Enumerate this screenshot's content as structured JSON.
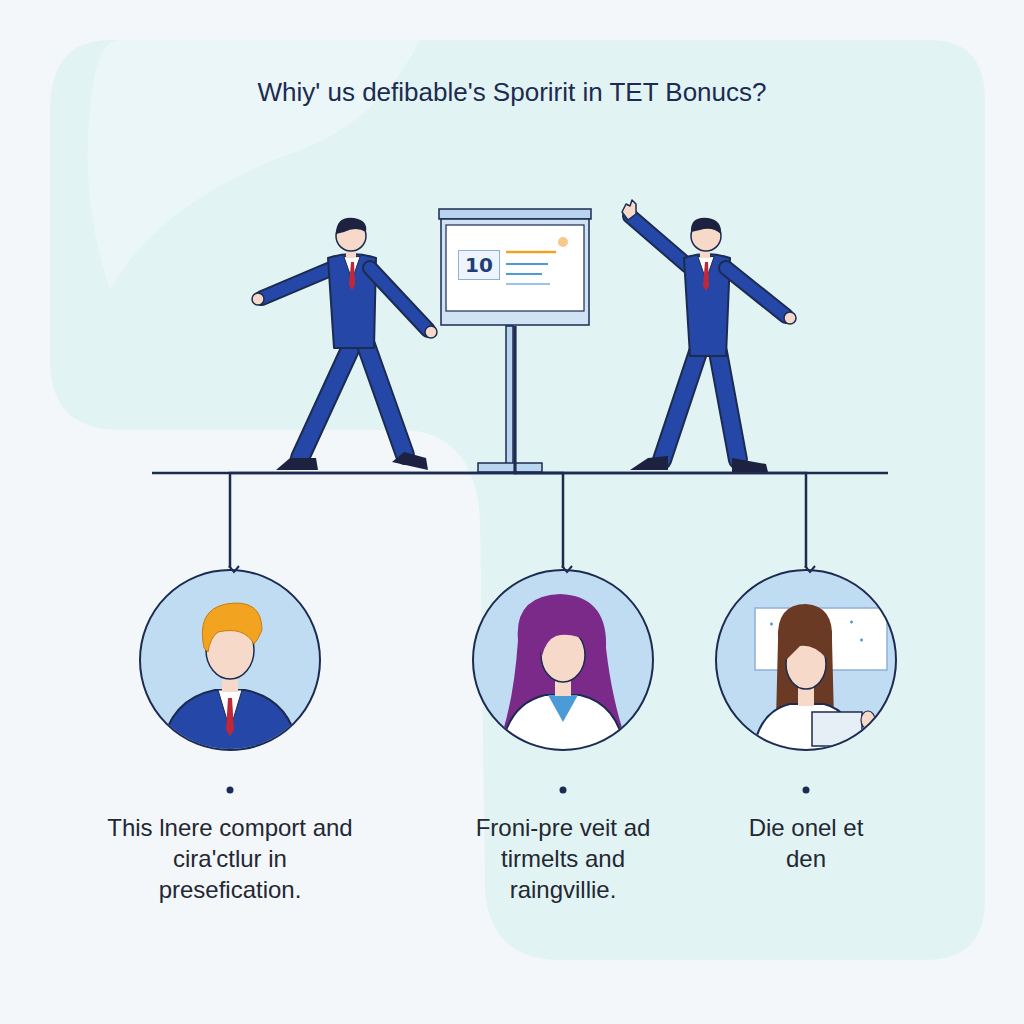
{
  "diagram": {
    "title": "Whiy' us defibable's Sporirit in TET Bonucs?",
    "nodes": [
      {
        "text": [
          "10"
        ]
      },
      {
        "text": [
          "This lnere comport and cira'ctlur in presefication."
        ]
      },
      {
        "text": [
          "Froni-pre veit ad tirmelts and raingvillie."
        ]
      },
      {
        "text": [
          "Die onel et den"
        ]
      }
    ],
    "edges": [
      {
        "from": 0,
        "to": 1,
        "arrow": "to"
      },
      {
        "from": 0,
        "to": 2,
        "arrow": "to"
      },
      {
        "from": 0,
        "to": 3,
        "arrow": "to"
      }
    ]
  }
}
